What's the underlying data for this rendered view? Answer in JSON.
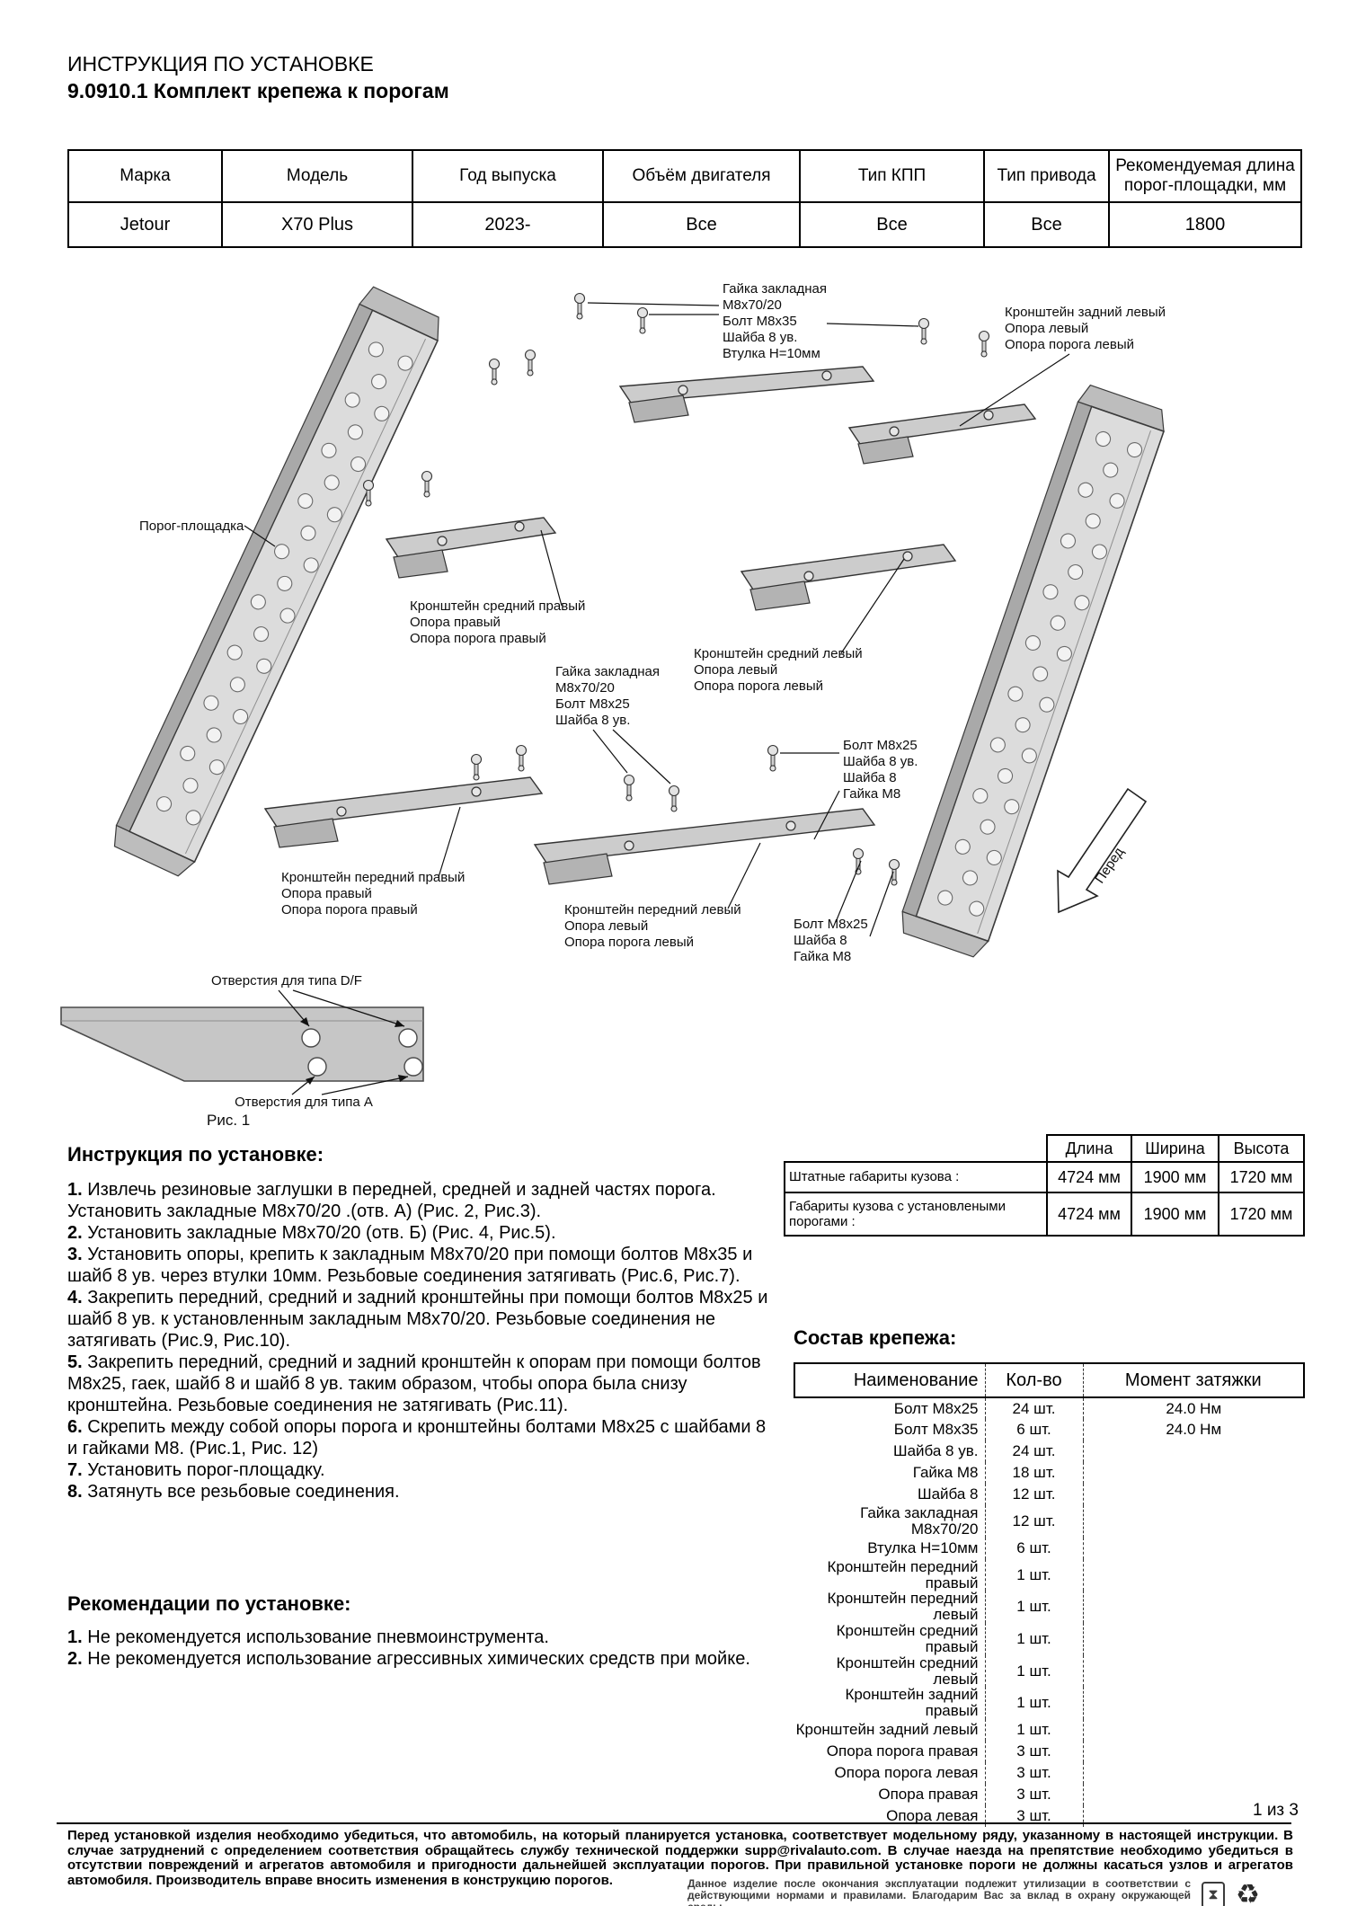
{
  "header": {
    "title": "ИНСТРУКЦИЯ ПО УСТАНОВКЕ",
    "subtitle": "9.0910.1 Комплект крепежа к порогам"
  },
  "vehicle": {
    "columns": [
      "Марка",
      "Модель",
      "Год выпуска",
      "Объём двигателя",
      "Тип КПП",
      "Тип привода",
      "Рекомендуемая длина порог-площадки, мм"
    ],
    "row": [
      "Jetour",
      "X70 Plus",
      "2023-",
      "Все",
      "Все",
      "Все",
      "1800"
    ]
  },
  "diagram": {
    "callouts": {
      "c1": [
        "Гайка закладная",
        "M8x70/20",
        "Болт M8x35",
        "Шайба 8 ув.",
        "Втулка H=10мм"
      ],
      "c2": [
        "Кронштейн задний левый",
        "Опора левый",
        "Опора порога левый"
      ],
      "c3": [
        "Порог-площадка"
      ],
      "c4": [
        "Кронштейн средний правый",
        "Опора правый",
        "Опора порога правый"
      ],
      "c5": [
        "Кронштейн средний левый",
        "Опора левый",
        "Опора порога левый"
      ],
      "c6": [
        "Гайка закладная",
        "M8x70/20",
        "Болт M8x25",
        "Шайба 8 ув."
      ],
      "c7": [
        "Болт M8x25",
        "Шайба 8 ув.",
        "Шайба 8",
        "Гайка M8"
      ],
      "c8": [
        "Кронштейн передний правый",
        "Опора правый",
        "Опора порога правый"
      ],
      "c9": [
        "Кронштейн передний левый",
        "Опора левый",
        "Опора порога левый"
      ],
      "c10": [
        "Болт M8x25",
        "Шайба 8",
        "Гайка M8"
      ]
    },
    "front_label": "Перед",
    "holes_df_label": "Отверстия для типа D/F",
    "holes_a_label": "Отверстия для типа A",
    "figure_label": "Рис. 1"
  },
  "dims": {
    "columns": [
      "Длина",
      "Ширина",
      "Высота"
    ],
    "rows": [
      {
        "label": "Штатные габариты кузова :",
        "values": [
          "4724 мм",
          "1900 мм",
          "1720 мм"
        ]
      },
      {
        "label": "Габариты кузова с установлеными порогами :",
        "values": [
          "4724 мм",
          "1900 мм",
          "1720 мм"
        ]
      }
    ]
  },
  "instructions": {
    "heading": "Инструкция по установке:",
    "items": [
      {
        "num": "1.",
        "text": " Извлечь резиновые заглушки в передней, средней и задней частях порога. Установить закладные М8х70/20 .(отв. А) (Рис. 2, Рис.3)."
      },
      {
        "num": "2.",
        "text": " Установить закладные М8х70/20 (отв. Б) (Рис. 4, Рис.5)."
      },
      {
        "num": "3.",
        "text": " Установить опоры, крепить к закладным М8х70/20 при помощи болтов М8х35 и шайб 8 ув. через втулки 10мм. Резьбовые соединения затягивать (Рис.6, Рис.7)."
      },
      {
        "num": "4.",
        "text": " Закрепить передний, средний и задний кронштейны при помощи болтов М8х25 и шайб 8 ув. к установленным закладным М8х70/20. Резьбовые соединения не затягивать (Рис.9, Рис.10)."
      },
      {
        "num": "5.",
        "text": " Закрепить передний, средний и задний кронштейн к опорам при помощи болтов М8х25, гаек, шайб 8 и шайб 8 ув. таким образом, чтобы опора была снизу кронштейна. Резьбовые соединения не затягивать (Рис.11)."
      },
      {
        "num": "6.",
        "text": " Скрепить между собой опоры порога и кронштейны болтами М8х25 с шайбами 8 и гайками М8. (Рис.1, Рис. 12)"
      },
      {
        "num": "7.",
        "text": " Установить порог-площадку."
      },
      {
        "num": "8.",
        "text": " Затянуть все резьбовые соединения."
      }
    ]
  },
  "recommendations": {
    "heading": "Рекомендации по установке:",
    "items": [
      {
        "num": "1.",
        "text": " Не рекомендуется использование пневмоинструмента."
      },
      {
        "num": "2.",
        "text": " Не рекомендуется использование агрессивных химических средств при мойке."
      }
    ]
  },
  "hardware": {
    "heading": "Состав крепежа:",
    "columns": [
      "Наименование",
      "Кол-во",
      "Момент затяжки"
    ],
    "rows": [
      {
        "name": "Болт М8х25",
        "qty": "24 шт.",
        "torque": "24.0 Нм"
      },
      {
        "name": "Болт М8х35",
        "qty": "6 шт.",
        "torque": "24.0 Нм"
      },
      {
        "name": "Шайба 8 ув.",
        "qty": "24 шт.",
        "torque": ""
      },
      {
        "name": "Гайка М8",
        "qty": "18 шт.",
        "torque": ""
      },
      {
        "name": "Шайба 8",
        "qty": "12 шт.",
        "torque": ""
      },
      {
        "name": "Гайка закладная М8х70/20",
        "qty": "12 шт.",
        "torque": ""
      },
      {
        "name": "Втулка Н=10мм",
        "qty": "6 шт.",
        "torque": ""
      },
      {
        "name": "Кронштейн передний правый",
        "qty": "1 шт.",
        "torque": ""
      },
      {
        "name": "Кронштейн передний левый",
        "qty": "1 шт.",
        "torque": ""
      },
      {
        "name": "Кронштейн средний правый",
        "qty": "1 шт.",
        "torque": ""
      },
      {
        "name": "Кронштейн средний левый",
        "qty": "1 шт.",
        "torque": ""
      },
      {
        "name": "Кронштейн задний правый",
        "qty": "1 шт.",
        "torque": ""
      },
      {
        "name": "Кронштейн задний левый",
        "qty": "1 шт.",
        "torque": ""
      },
      {
        "name": "Опора порога правая",
        "qty": "3 шт.",
        "torque": ""
      },
      {
        "name": "Опора порога левая",
        "qty": "3 шт.",
        "torque": ""
      },
      {
        "name": "Опора правая",
        "qty": "3 шт.",
        "torque": ""
      },
      {
        "name": "Опора левая",
        "qty": "3 шт.",
        "torque": ""
      }
    ]
  },
  "page_number": "1 из 3",
  "footer": {
    "text": "Перед установкой изделия необходимо убедиться, что автомобиль, на который планируется установка, соответствует модельному ряду, указанному в настоящей инструкции. В случае затруднений с определением соответствия обращайтесь службу технической поддержки supp@rivalauto.com. В случае наезда на препятствие необходимо убедиться в отсутствии повреждений и агрегатов автомобиля и пригодности дальнейшей эксплуатации порогов. При правильной установке пороги не должны касаться узлов и агрегатов автомобиля. Производитель вправе вносить изменения в конструкцию порогов.",
    "recycle_text": "Данное изделие после окончания эксплуатации подлежит утилизации в соответствии с действующими нормами и правилами. Благодарим Вас за вклад в охрану окружающей среды",
    "hourglass_glyph": "⧗",
    "recycle_glyph": "♻"
  }
}
